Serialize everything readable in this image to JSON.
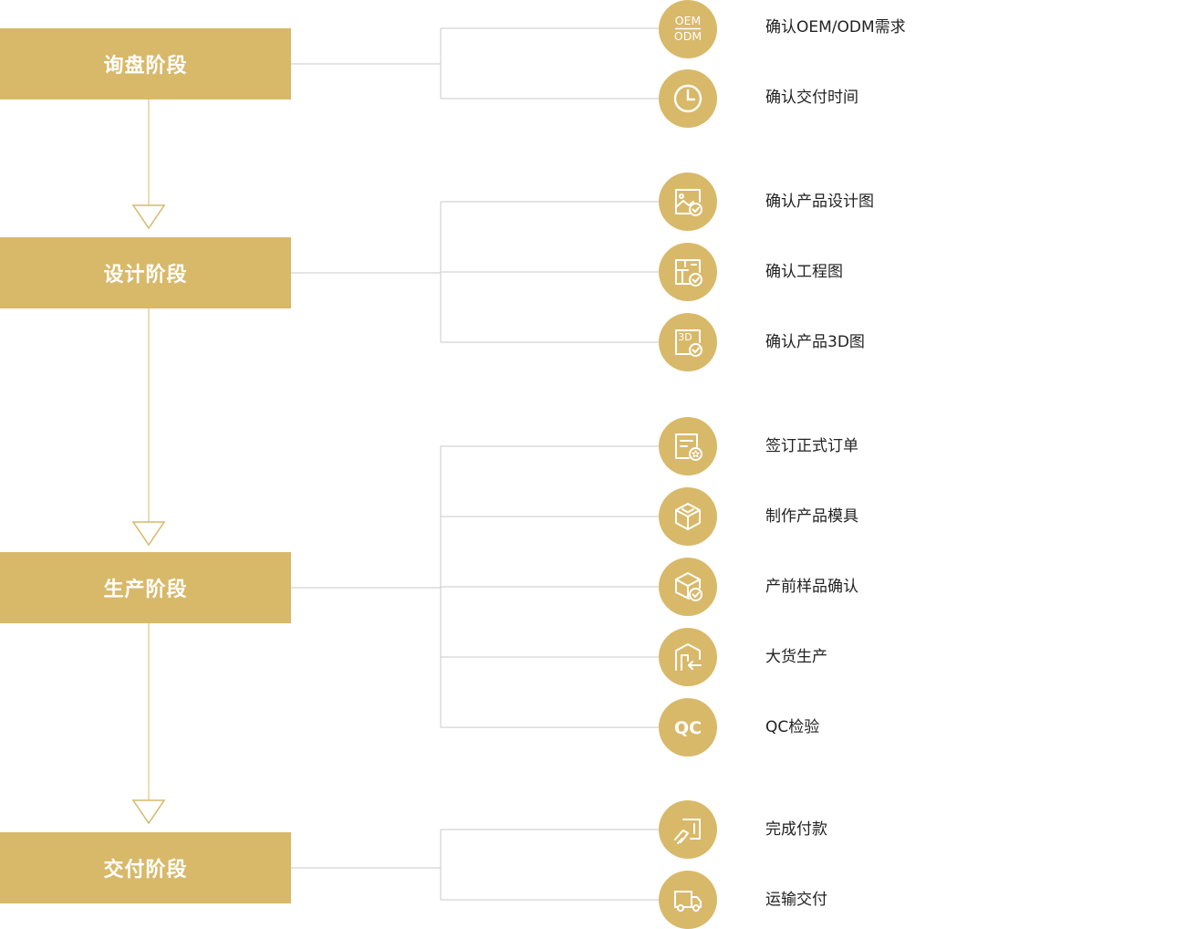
{
  "colors": {
    "accent": "#d8b96a",
    "connector": "#c8c8c8",
    "icon_stroke": "#ffffff",
    "text": "#222222"
  },
  "stages": [
    {
      "label": "询盘阶段",
      "steps": [
        {
          "label": "确认OEM/ODM需求",
          "icon": "oem-odm-icon",
          "icon_text": [
            "OEM",
            "ODM"
          ]
        },
        {
          "label": "确认交付时间",
          "icon": "clock-icon"
        }
      ]
    },
    {
      "label": "设计阶段",
      "steps": [
        {
          "label": "确认产品设计图",
          "icon": "design-image-check-icon"
        },
        {
          "label": "确认工程图",
          "icon": "blueprint-check-icon"
        },
        {
          "label": "确认产品3D图",
          "icon": "3d-check-icon",
          "icon_text": [
            "3D"
          ]
        }
      ]
    },
    {
      "label": "生产阶段",
      "steps": [
        {
          "label": "签订正式订单",
          "icon": "order-document-icon"
        },
        {
          "label": "制作产品模具",
          "icon": "box-mold-icon"
        },
        {
          "label": "产前样品确认",
          "icon": "box-check-icon"
        },
        {
          "label": "大货生产",
          "icon": "factory-icon"
        },
        {
          "label": "QC检验",
          "icon": "qc-icon",
          "icon_text": [
            "QC"
          ]
        }
      ]
    },
    {
      "label": "交付阶段",
      "steps": [
        {
          "label": "完成付款",
          "icon": "payment-icon"
        },
        {
          "label": "运输交付",
          "icon": "truck-icon"
        }
      ]
    }
  ]
}
